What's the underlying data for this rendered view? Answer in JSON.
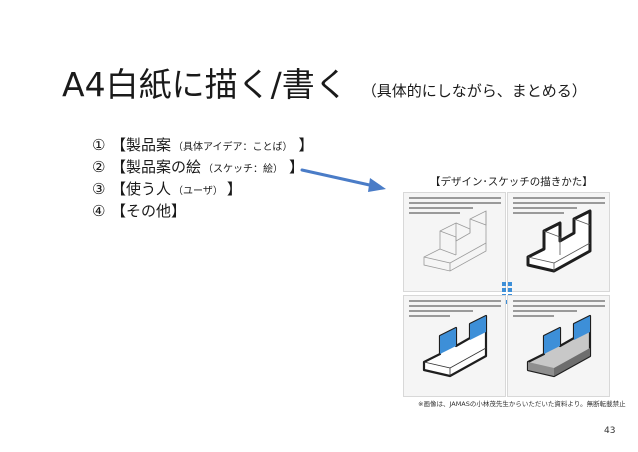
{
  "slide": {
    "title": "A4白紙に描く/書く",
    "subtitle": "（具体的にしながら、まとめる）",
    "items": [
      {
        "num": "①",
        "label": "【製品案",
        "note": "（具体アイデア：ことば）",
        "close": "】"
      },
      {
        "num": "②",
        "label": "【製品案の絵",
        "note": "（スケッチ：絵）",
        "close": "】"
      },
      {
        "num": "③",
        "label": "【使う人",
        "note": "（ユーザ）",
        "close": "】"
      },
      {
        "num": "④",
        "label": "【その他】",
        "note": "",
        "close": ""
      }
    ],
    "figure_caption": "【デザイン･スケッチの描きかた】",
    "footnote": "※画像は、JAMASの小林茂先生からいただいた資料より。無断転載禁止",
    "page_number": "43"
  },
  "colors": {
    "arrow": "#4a7cc7",
    "highlight": "#3d8fd8",
    "text": "#1a1a1a"
  }
}
